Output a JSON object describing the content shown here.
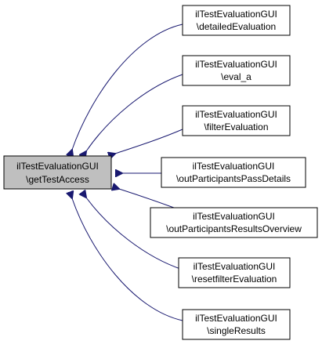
{
  "diagram": {
    "source": {
      "id": "source",
      "lines": [
        "ilTestEvaluationGUI",
        "\\getTestAccess"
      ],
      "fill": "#bfbfbf"
    },
    "targets": [
      {
        "id": "detailed",
        "lines": [
          "ilTestEvaluationGUI",
          "\\detailedEvaluation"
        ]
      },
      {
        "id": "eval-a",
        "lines": [
          "ilTestEvaluationGUI",
          "\\eval_a"
        ]
      },
      {
        "id": "filter",
        "lines": [
          "ilTestEvaluationGUI",
          "\\filterEvaluation"
        ]
      },
      {
        "id": "out-pass",
        "lines": [
          "ilTestEvaluationGUI",
          "\\outParticipantsPassDetails"
        ]
      },
      {
        "id": "out-results",
        "lines": [
          "ilTestEvaluationGUI",
          "\\outParticipantsResultsOverview"
        ]
      },
      {
        "id": "reset",
        "lines": [
          "ilTestEvaluationGUI",
          "\\resetfilterEvaluation"
        ]
      },
      {
        "id": "single",
        "lines": [
          "ilTestEvaluationGUI",
          "\\singleResults"
        ]
      }
    ],
    "colors": {
      "edge": "#191970",
      "border": "#000000",
      "node_fill": "#ffffff"
    }
  }
}
